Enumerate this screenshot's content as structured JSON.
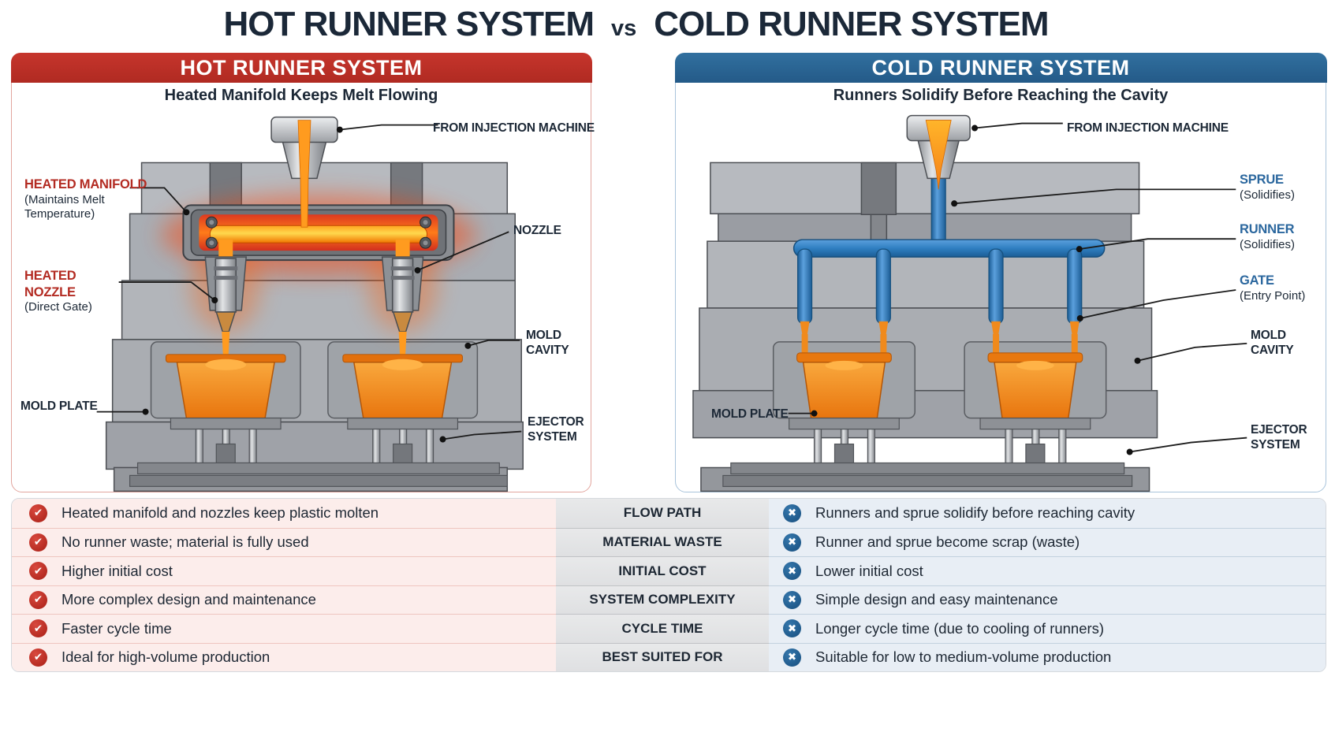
{
  "title": {
    "left": "HOT RUNNER SYSTEM",
    "vs": "vs",
    "right": "COLD RUNNER SYSTEM"
  },
  "hot_panel": {
    "header": "HOT RUNNER SYSTEM",
    "subtitle": "Heated Manifold Keeps Melt Flowing",
    "labels": {
      "from_injection": "FROM INJECTION MACHINE",
      "manifold_title": "HEATED MANIFOLD",
      "manifold_sub": "(Maintains Melt Temperature)",
      "nozzle": "NOZZLE",
      "heated_nozzle_title": "HEATED NOZZLE",
      "heated_nozzle_sub": "(Direct Gate)",
      "mold_cavity": "MOLD CAVITY",
      "mold_plate": "MOLD PLATE",
      "ejector_system": "EJECTOR SYSTEM"
    }
  },
  "cold_panel": {
    "header": "COLD RUNNER SYSTEM",
    "subtitle": "Runners Solidify Before Reaching the Cavity",
    "labels": {
      "from_injection": "FROM INJECTION MACHINE",
      "sprue_title": "SPRUE",
      "sprue_sub": "(Solidifies)",
      "runner_title": "RUNNER",
      "runner_sub": "(Solidifies)",
      "gate_title": "GATE",
      "gate_sub": "(Entry Point)",
      "mold_cavity": "MOLD CAVITY",
      "mold_plate": "MOLD PLATE",
      "ejector_system": "EJECTOR SYSTEM"
    }
  },
  "table": {
    "hot_icon_glyph": "✔",
    "cold_icon_glyph": "✖",
    "rows": [
      {
        "hot": "Heated manifold and nozzles keep plastic molten",
        "category": "FLOW PATH",
        "cold": "Runners and sprue solidify before reaching cavity"
      },
      {
        "hot": "No runner waste; material is fully used",
        "category": "MATERIAL WASTE",
        "cold": "Runner and sprue become scrap (waste)"
      },
      {
        "hot": "Higher initial cost",
        "category": "INITIAL COST",
        "cold": "Lower initial cost"
      },
      {
        "hot": "More complex design and maintenance",
        "category": "SYSTEM COMPLEXITY",
        "cold": "Simple design and easy maintenance"
      },
      {
        "hot": "Faster cycle time",
        "category": "CYCLE TIME",
        "cold": "Longer cycle time (due to cooling of runners)"
      },
      {
        "hot": "Ideal for high-volume production",
        "category": "BEST SUITED FOR",
        "cold": "Suitable for low to medium-volume production"
      }
    ]
  },
  "colors": {
    "hot_accent": "#bf3028",
    "cold_accent": "#2d689c",
    "title_navy": "#1b2838",
    "hot_row_bg": "#fcedeb",
    "category_col_bg": "#e4e5e6",
    "cold_row_bg": "#e8eef5",
    "molten_orange": "#ff8a1e",
    "solid_runner_blue": "#2f7fc1",
    "steel_grey": "#a9adb3"
  }
}
